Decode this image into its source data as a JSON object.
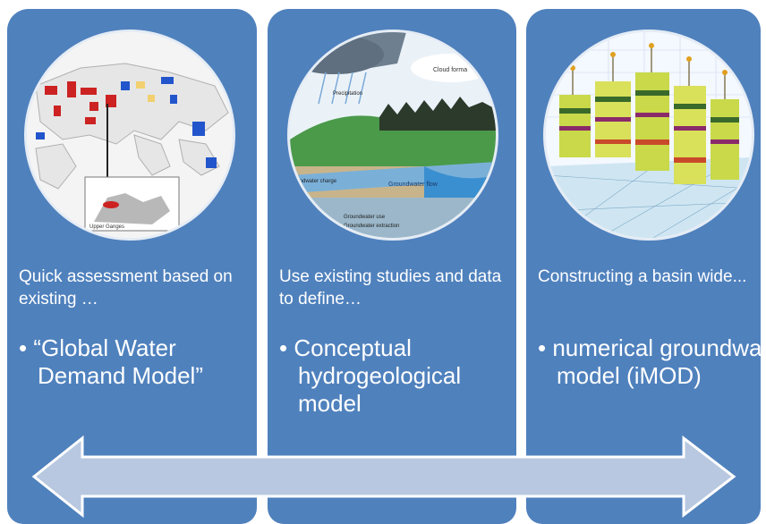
{
  "steps": [
    {
      "heading": "Quick assessment based on existing …",
      "bullet": "“Global Water Demand Model”",
      "image": {
        "inset_label": "Upper Ganges"
      }
    },
    {
      "heading": "Use existing studies and data to define…",
      "bullet": "Conceptual hydrogeological model",
      "image": {
        "labels": {
          "precipitation": "Precipitation",
          "cloud": "Cloud forma",
          "recharge": "oundwater charge",
          "flow": "Groundwater flow",
          "use": "Groundwater use",
          "extraction": "Groundwater extraction"
        }
      }
    },
    {
      "heading": "Constructing a basin wide...",
      "bullet": "numerical groundwater model (iMOD)",
      "image": {}
    }
  ],
  "bullet_symbol": "•",
  "colors": {
    "panel": "#4f81bd",
    "arrow_fill": "#b8c8e0",
    "arrow_stroke": "#ffffff",
    "text": "#ffffff"
  }
}
